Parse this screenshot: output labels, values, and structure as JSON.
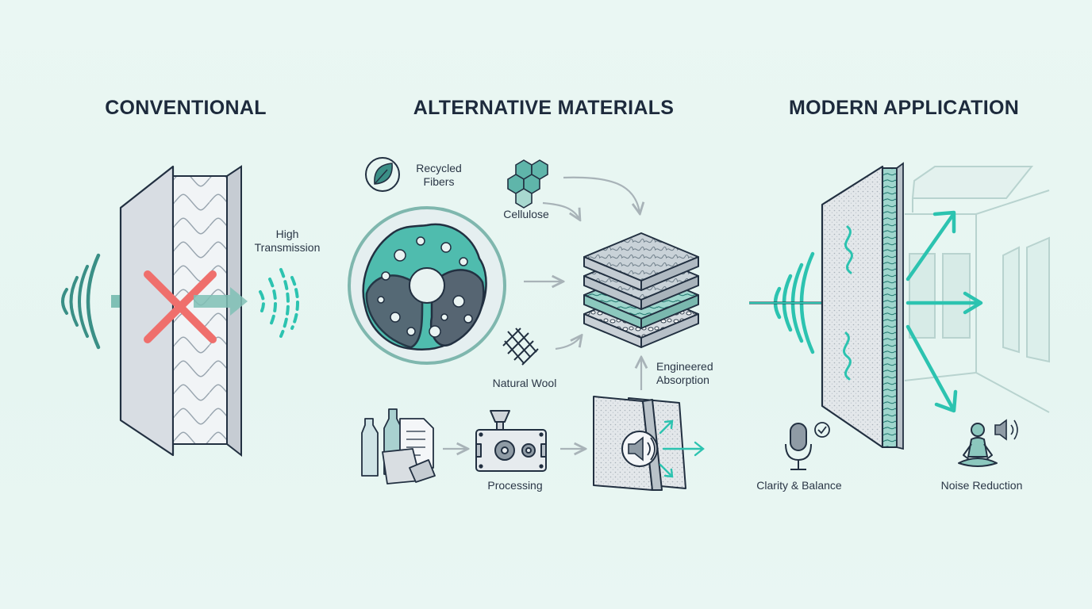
{
  "headings": {
    "conventional": "CONVENTIONAL",
    "alternative": "ALTERNATIVE MATERIALS",
    "modern": "MODERN APPLICATION"
  },
  "labels": {
    "high_transmission_line1": "High",
    "high_transmission_line2": "Transmission",
    "recycled_fibers_line1": "Recycled",
    "recycled_fibers_line2": "Fibers",
    "cellulose": "Cellulose",
    "natural_wool": "Natural Wool",
    "engineered_absorption_line1": "Engineered",
    "engineered_absorption_line2": "Absorption",
    "processing": "Processing",
    "clarity_balance": "Clarity & Balance",
    "noise_reduction": "Noise Reduction"
  },
  "colors": {
    "teal": "#2cc3b0",
    "teal_dark": "#3a8f86",
    "navy": "#223041",
    "panel_gray": "#d6dbe1",
    "red_cross": "#ef6f6c",
    "arrow_gray": "#a8b3b8"
  },
  "icons": [
    "leaf-icon",
    "hexagon-molecule-icon",
    "woven-wool-icon",
    "recycled-waste-icon",
    "processing-machine-icon",
    "speaker-icon",
    "microphone-icon",
    "check-icon",
    "meditation-person-icon"
  ]
}
